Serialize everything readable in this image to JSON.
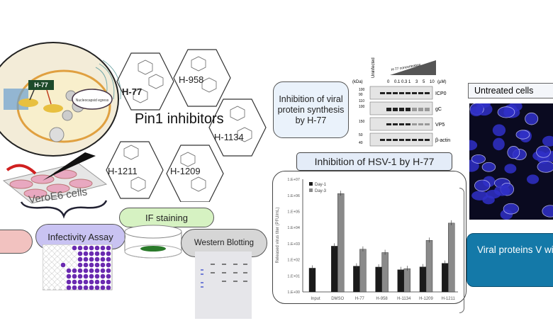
{
  "pin1": {
    "title": "Pin1 inhibitors",
    "compounds": [
      "H-77",
      "H-958",
      "H-1134",
      "H-1211",
      "H-1209"
    ]
  },
  "cell_illustration": {
    "inhibitor_label": "H-77",
    "callout": "Nucleocapsid egress"
  },
  "vero": {
    "label": "VeroE6 cells"
  },
  "assays": {
    "infectivity": "Infectivity Assay",
    "if_staining": "IF staining",
    "western": "Western Blotting"
  },
  "protein_synthesis": {
    "bubble": "Inhibition of viral protein synthesis by H-77",
    "blot": {
      "unit_left": "(kDa)",
      "unit_right": "(µM)",
      "lane_unifected": "Uninfected",
      "gradient_label": "H-77 concentration",
      "concentrations": [
        "0",
        "0.1",
        "0.3",
        "1",
        "3",
        "5",
        "10"
      ],
      "rows": [
        "ICP0",
        "gC",
        "VP5",
        "β-actin"
      ],
      "mw": [
        "100",
        "90",
        "110",
        "100",
        "150",
        "50",
        "40"
      ]
    }
  },
  "hsv": {
    "title": "Inhibition of HSV-1 by H-77"
  },
  "if_panel": {
    "title": "Untreated cells",
    "caption": "Viral proteins V within the nucle"
  },
  "colors": {
    "day1": "#1a1a1a",
    "day3": "#8a8a8a",
    "hsv_title_bg": "#e4ecf8",
    "if_caption_bg": "#1479a8",
    "infectivity_bg": "#c9c3f2",
    "if_bg": "#d6f2c2",
    "western_bg": "#d6d6d6"
  },
  "chart_data": {
    "type": "bar",
    "title": "Inhibition of HSV-1 by H-77",
    "ylabel": "Released virus titer (PFU/mL)",
    "yscale": "log",
    "ylim": [
      1,
      10000000
    ],
    "yticks": [
      "1.E+00",
      "1.E+01",
      "1.E+02",
      "1.E+03",
      "1.E+04",
      "1.E+05",
      "1.E+06",
      "1.E+07"
    ],
    "categories": [
      "Input",
      "DMSO",
      "H-77",
      "H-958",
      "H-1134",
      "H-1209",
      "H-1211"
    ],
    "series": [
      {
        "name": "Day-1",
        "values": [
          30,
          700,
          40,
          35,
          24,
          36,
          60
        ]
      },
      {
        "name": "Day-3",
        "values": [
          null,
          1300000,
          450,
          280,
          28,
          1600,
          19000
        ]
      }
    ],
    "legend": "top-left"
  }
}
